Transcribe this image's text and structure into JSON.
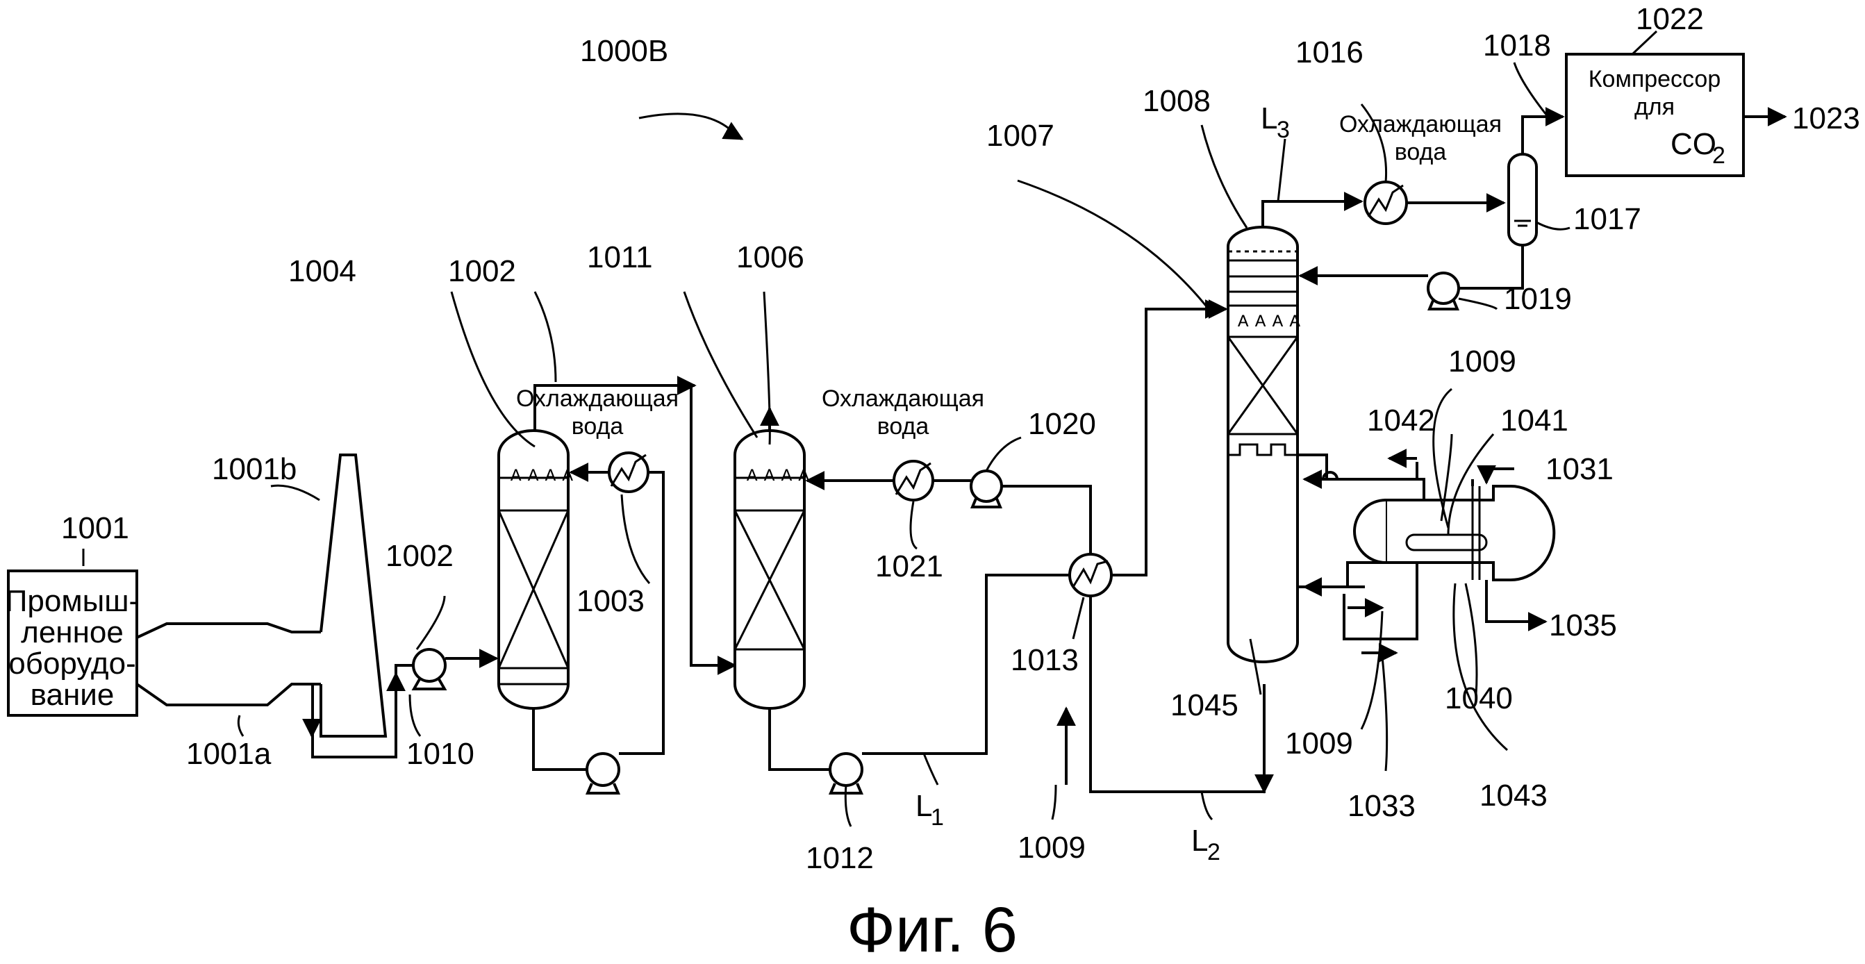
{
  "figure": {
    "caption": "Фиг. 6",
    "system_ref": "1000B"
  },
  "refs": {
    "r1001": "1001",
    "r1001a": "1001a",
    "r1001b": "1001b",
    "r1002_top": "1002",
    "r1002_pump": "1002",
    "r1003": "1003",
    "r1004": "1004",
    "r1006": "1006",
    "r1007": "1007",
    "r1008": "1008",
    "r1009_top": "1009",
    "r1009_mid": "1009",
    "r1009_bot": "1009",
    "r1010": "1010",
    "r1011": "1011",
    "r1012": "1012",
    "r1013": "1013",
    "r1016": "1016",
    "r1017": "1017",
    "r1018": "1018",
    "r1019": "1019",
    "r1020": "1020",
    "r1021": "1021",
    "r1022": "1022",
    "r1023": "1023",
    "r1031": "1031",
    "r1033": "1033",
    "r1035": "1035",
    "r1040": "1040",
    "r1041": "1041",
    "r1042": "1042",
    "r1043": "1043",
    "r1045": "1045"
  },
  "streams": {
    "L1": "L",
    "L1_sub": "1",
    "L2": "L",
    "L2_sub": "2",
    "L3": "L",
    "L3_sub": "3"
  },
  "text": {
    "plant_line1": "Промыш-",
    "plant_line2": "ленное",
    "plant_line3": "оборудо-",
    "plant_line4": "вание",
    "cw1_line1": "Охлаждающая",
    "cw1_line2": "вода",
    "cw2_line1": "Охлаждающая",
    "cw2_line2": "вода",
    "cw3_line1": "Охлаждающая",
    "cw3_line2": "вода",
    "compressor_line1": "Компрессор",
    "compressor_line2": "для",
    "compressor_co": "CO",
    "compressor_sub": "2"
  },
  "icons": [
    "pump-icon",
    "heat-exchanger-icon",
    "column-icon",
    "stack-icon",
    "drum-icon",
    "reboiler-icon"
  ]
}
